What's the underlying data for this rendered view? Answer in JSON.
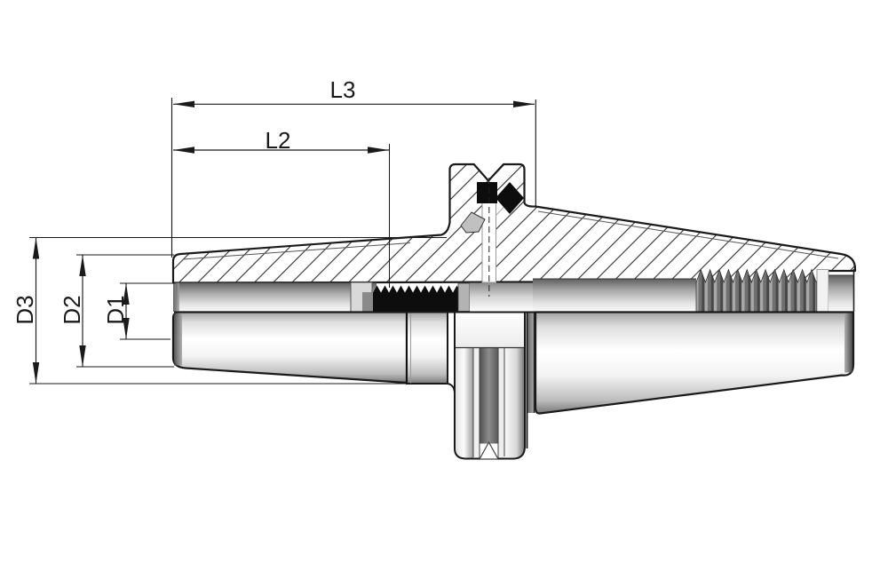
{
  "drawing": {
    "type": "technical-drawing",
    "subject": "tool-holder-half-section-side-view",
    "colors": {
      "background": "#ffffff",
      "line": "#1a1a1a",
      "hatch": "#2f2f2f",
      "thread_black": "#0d0d0d",
      "metal_light": "#f5f5f5",
      "metal_dark": "#6f6f6f"
    },
    "dimensions": {
      "L3": {
        "label": "L3",
        "orientation": "horizontal"
      },
      "L2": {
        "label": "L2",
        "orientation": "horizontal"
      },
      "D3": {
        "label": "D3",
        "orientation": "vertical"
      },
      "D2": {
        "label": "D2",
        "orientation": "vertical"
      },
      "D1": {
        "label": "D1",
        "orientation": "vertical"
      }
    }
  }
}
